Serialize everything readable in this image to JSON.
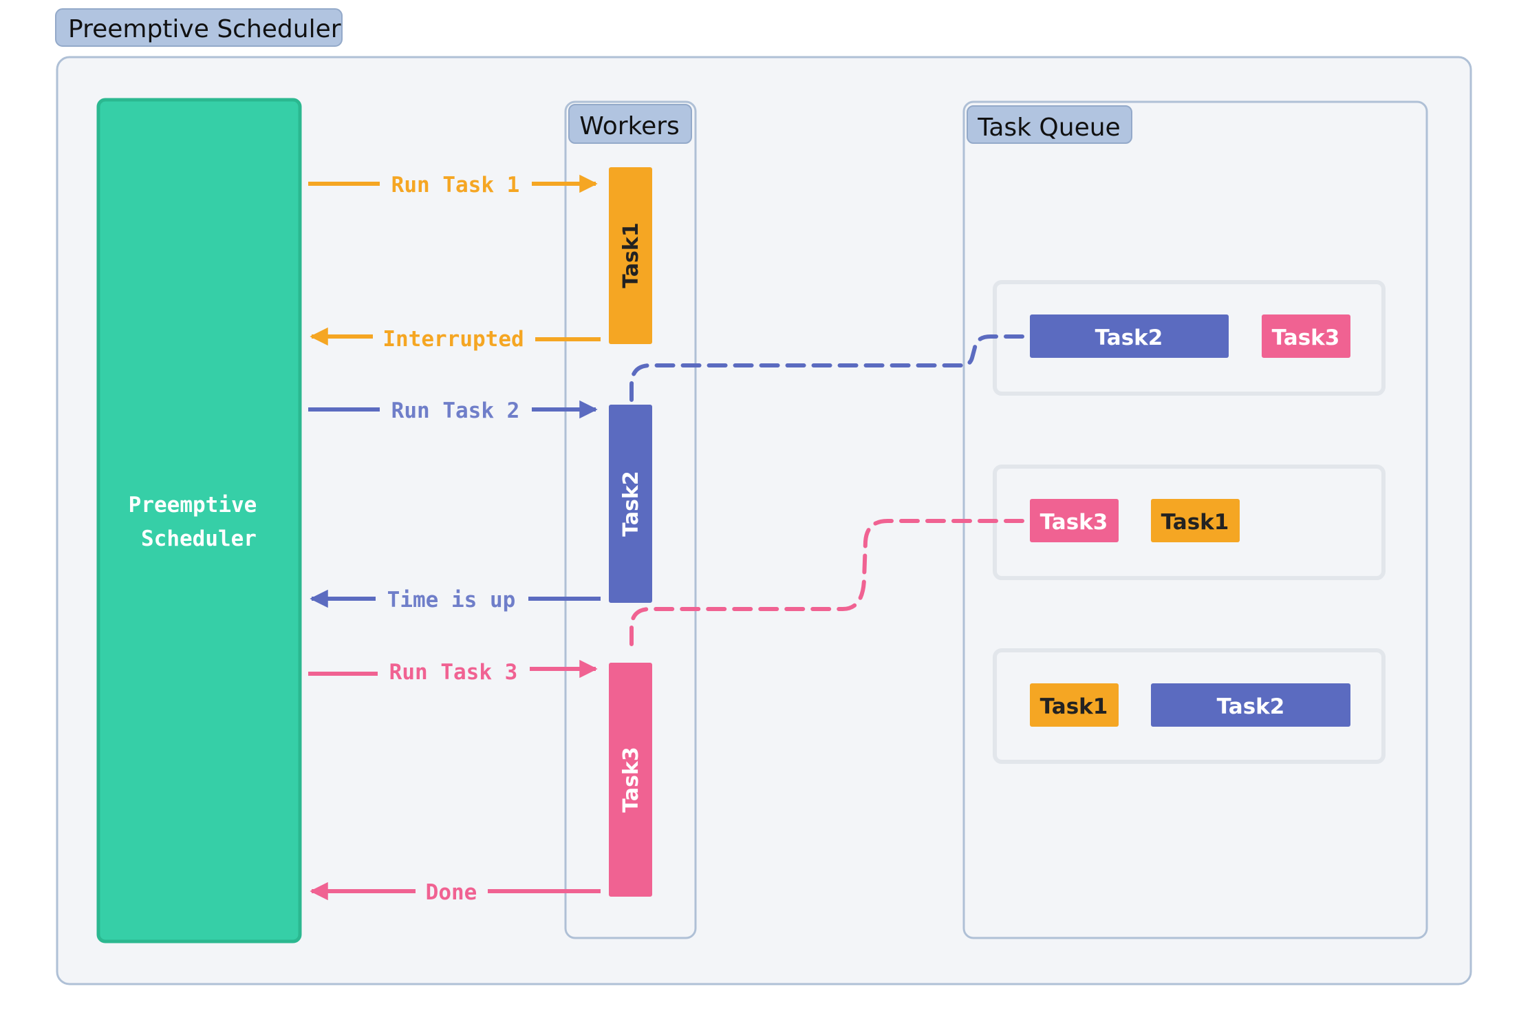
{
  "title": "Preemptive Scheduler",
  "scheduler": {
    "label_line1": "Preemptive",
    "label_line2": "Scheduler"
  },
  "workers": {
    "title": "Workers",
    "blocks": [
      {
        "label": "Task1",
        "color": "#F5A623"
      },
      {
        "label": "Task2",
        "color": "#5B6BC0"
      },
      {
        "label": "Task3",
        "color": "#F06292"
      }
    ]
  },
  "arrows": [
    {
      "label": "Run Task 1",
      "color": "#F5A623",
      "direction": "right"
    },
    {
      "label": "Interrupted",
      "color": "#F5A623",
      "direction": "left"
    },
    {
      "label": "Run Task 2",
      "color": "#5B6BC0",
      "direction": "right"
    },
    {
      "label": "Time is up",
      "color": "#5B6BC0",
      "direction": "left"
    },
    {
      "label": "Run Task 3",
      "color": "#F06292",
      "direction": "right"
    },
    {
      "label": "Done",
      "color": "#F06292",
      "direction": "left"
    }
  ],
  "task_queue": {
    "title": "Task Queue",
    "rows": [
      {
        "items": [
          {
            "label": "Task2",
            "color": "#5B6BC0"
          },
          {
            "label": "Task3",
            "color": "#F06292"
          }
        ]
      },
      {
        "items": [
          {
            "label": "Task3",
            "color": "#F06292"
          },
          {
            "label": "Task1",
            "color": "#F5A623"
          }
        ]
      },
      {
        "items": [
          {
            "label": "Task1",
            "color": "#F5A623"
          },
          {
            "label": "Task2",
            "color": "#5B6BC0"
          }
        ]
      }
    ]
  },
  "colors": {
    "scheduler": "#36CFA7",
    "scheduler_border": "#2BB890",
    "panel_bg": "#F3F5F8",
    "panel_border": "#AFC0D6",
    "title_bg": "#B1C4E0",
    "row_border": "#E2E6EB"
  }
}
